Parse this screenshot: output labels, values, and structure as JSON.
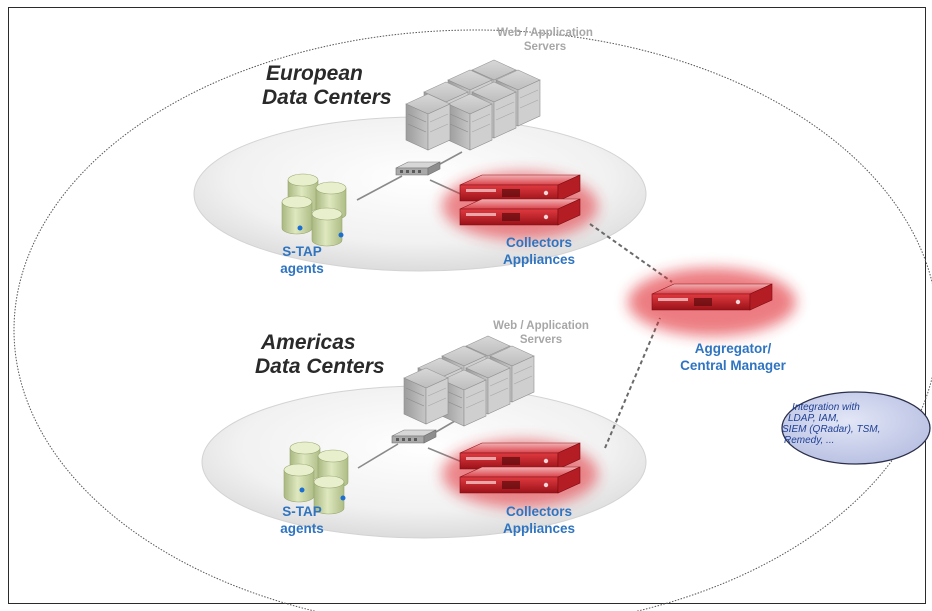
{
  "european": {
    "title_line1": "European",
    "title_line2": "Data Centers",
    "servers_label_line1": "Web / Application",
    "servers_label_line2": "Servers",
    "agents_label_line1": "S-TAP",
    "agents_label_line2": "agents",
    "collectors_label_line1": "Collectors",
    "collectors_label_line2": "Appliances"
  },
  "americas": {
    "title_line1": "Americas",
    "title_line2": "Data Centers",
    "servers_label_line1": "Web / Application",
    "servers_label_line2": "Servers",
    "agents_label_line1": "S-TAP",
    "agents_label_line2": "agents",
    "collectors_label_line1": "Collectors",
    "collectors_label_line2": "Appliances"
  },
  "aggregator": {
    "label_line1": "Aggregator/",
    "label_line2": "Central Manager"
  },
  "integration": {
    "line1": "Integration with",
    "line2": "LDAP, IAM,",
    "line3": "SIEM (QRadar), TSM,",
    "line4": "Remedy, ..."
  },
  "colors": {
    "label_blue": "#2f74c0",
    "appliance_red": "#c8202a",
    "glow_red": "#e0282f",
    "database_green": "#c9d6a1",
    "server_gray": "#b9b9b9",
    "integration_fill": "#c9cfe9",
    "integration_text": "#1f3f94"
  }
}
